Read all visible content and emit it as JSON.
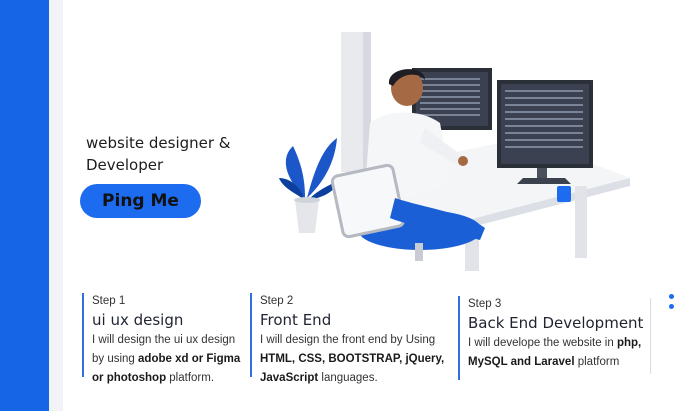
{
  "hero": {
    "tagline_line1": "website designer &",
    "tagline_line2": "Developer",
    "cta_label": "Ping Me"
  },
  "steps": [
    {
      "number": "Step 1",
      "title": "ui ux design",
      "desc_parts": [
        "I will design the ui ux design by using ",
        "adobe xd or Figma or photoshop",
        " platform."
      ]
    },
    {
      "number": "Step 2",
      "title": "Front End",
      "desc_parts": [
        "I will design the front end by Using ",
        "HTML, CSS, BOOTSTRAP, jQuery, JavaScript",
        " languages."
      ]
    },
    {
      "number": "Step 3",
      "title": "Back End Development",
      "desc_parts": [
        "I will develope the website in ",
        "php, MySQL and Laravel",
        " platform"
      ]
    }
  ],
  "colors": {
    "accent": "#1565e6",
    "button": "#1d6cf0"
  },
  "icons": [
    "more-vertical-icon"
  ]
}
